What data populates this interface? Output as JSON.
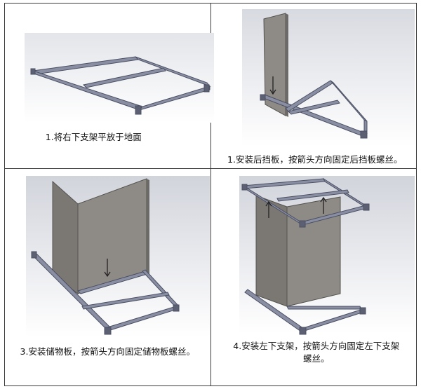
{
  "steps": [
    {
      "caption": "1.将右下支架平放于地面"
    },
    {
      "caption": "1.安装后挡板，按箭头方向固定后挡板螺丝。"
    },
    {
      "caption": "3.安装储物板，按箭头方向固定储物板螺丝。"
    },
    {
      "caption_line1": "4.安装左下支架，按箭头方向固定左下支架",
      "caption_line2": "螺丝。"
    }
  ],
  "colors": {
    "frame": "#7a7e92",
    "frame_dark": "#4b4f63",
    "panel": "#8e8b86",
    "panel_dark": "#6c6a66",
    "bg_grad_top": "#d6d8df",
    "bg_grad_bottom": "#ffffff"
  },
  "icons": [
    "arrow-down-icon",
    "arrow-up-icon"
  ]
}
